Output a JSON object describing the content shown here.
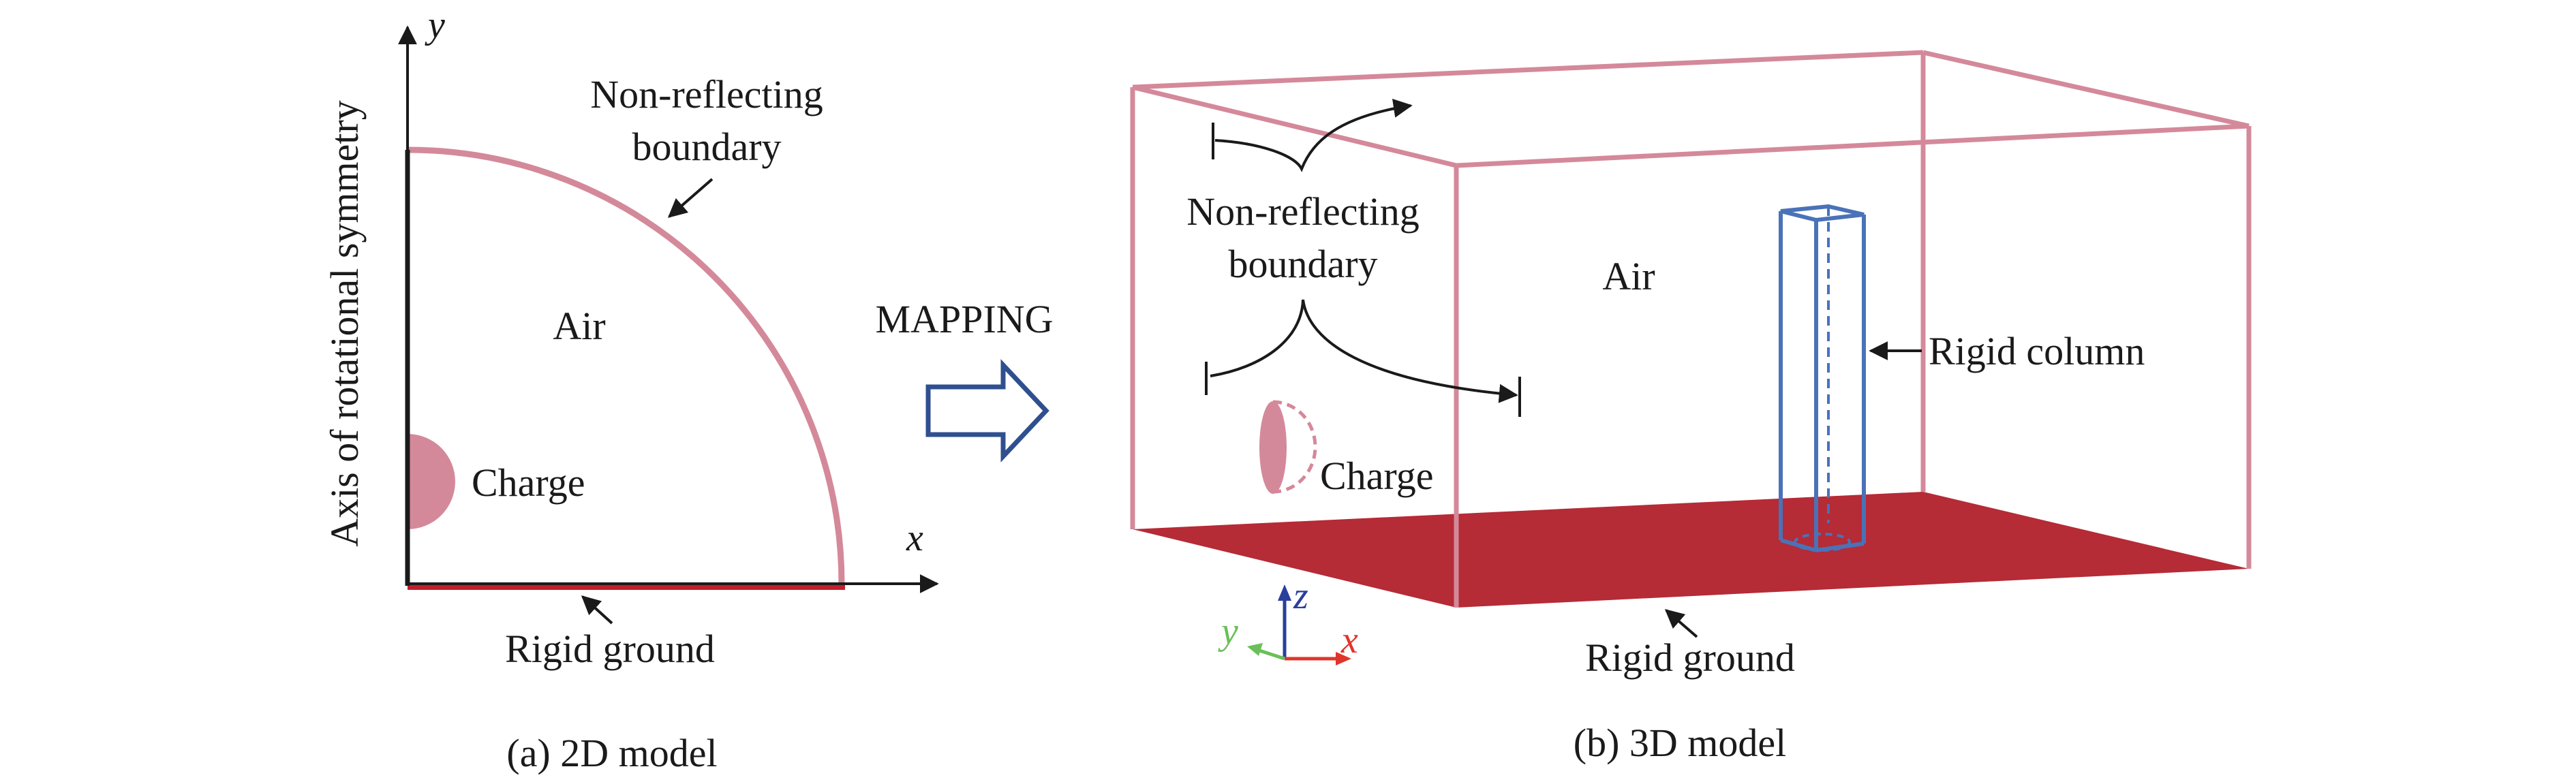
{
  "colors": {
    "boundary": "#d4899a",
    "charge": "#d4899a",
    "ground": "#b52b36",
    "column": "#4a72b8",
    "axis_z": "#2a3e9c",
    "axis_y": "#6bbf59",
    "axis_x": "#e0352b",
    "mapping_arrow": "#2f4f8f",
    "text": "#1a1a1a"
  },
  "panel_2d": {
    "axis_y": "y",
    "axis_x": "x",
    "symmetry_axis_label": "Axis of rotational symmetry",
    "boundary_label_line1": "Non-reflecting",
    "boundary_label_line2": "boundary",
    "air_label": "Air",
    "charge_label": "Charge",
    "ground_label": "Rigid ground",
    "caption": "(a) 2D model"
  },
  "mapping_label": "MAPPING",
  "panel_3d": {
    "boundary_label_line1": "Non-reflecting",
    "boundary_label_line2": "boundary",
    "air_label": "Air",
    "column_label": "Rigid column",
    "charge_label": "Charge",
    "ground_label": "Rigid ground",
    "triad_z": "z",
    "triad_y": "y",
    "triad_x": "x",
    "caption": "(b) 3D model"
  }
}
